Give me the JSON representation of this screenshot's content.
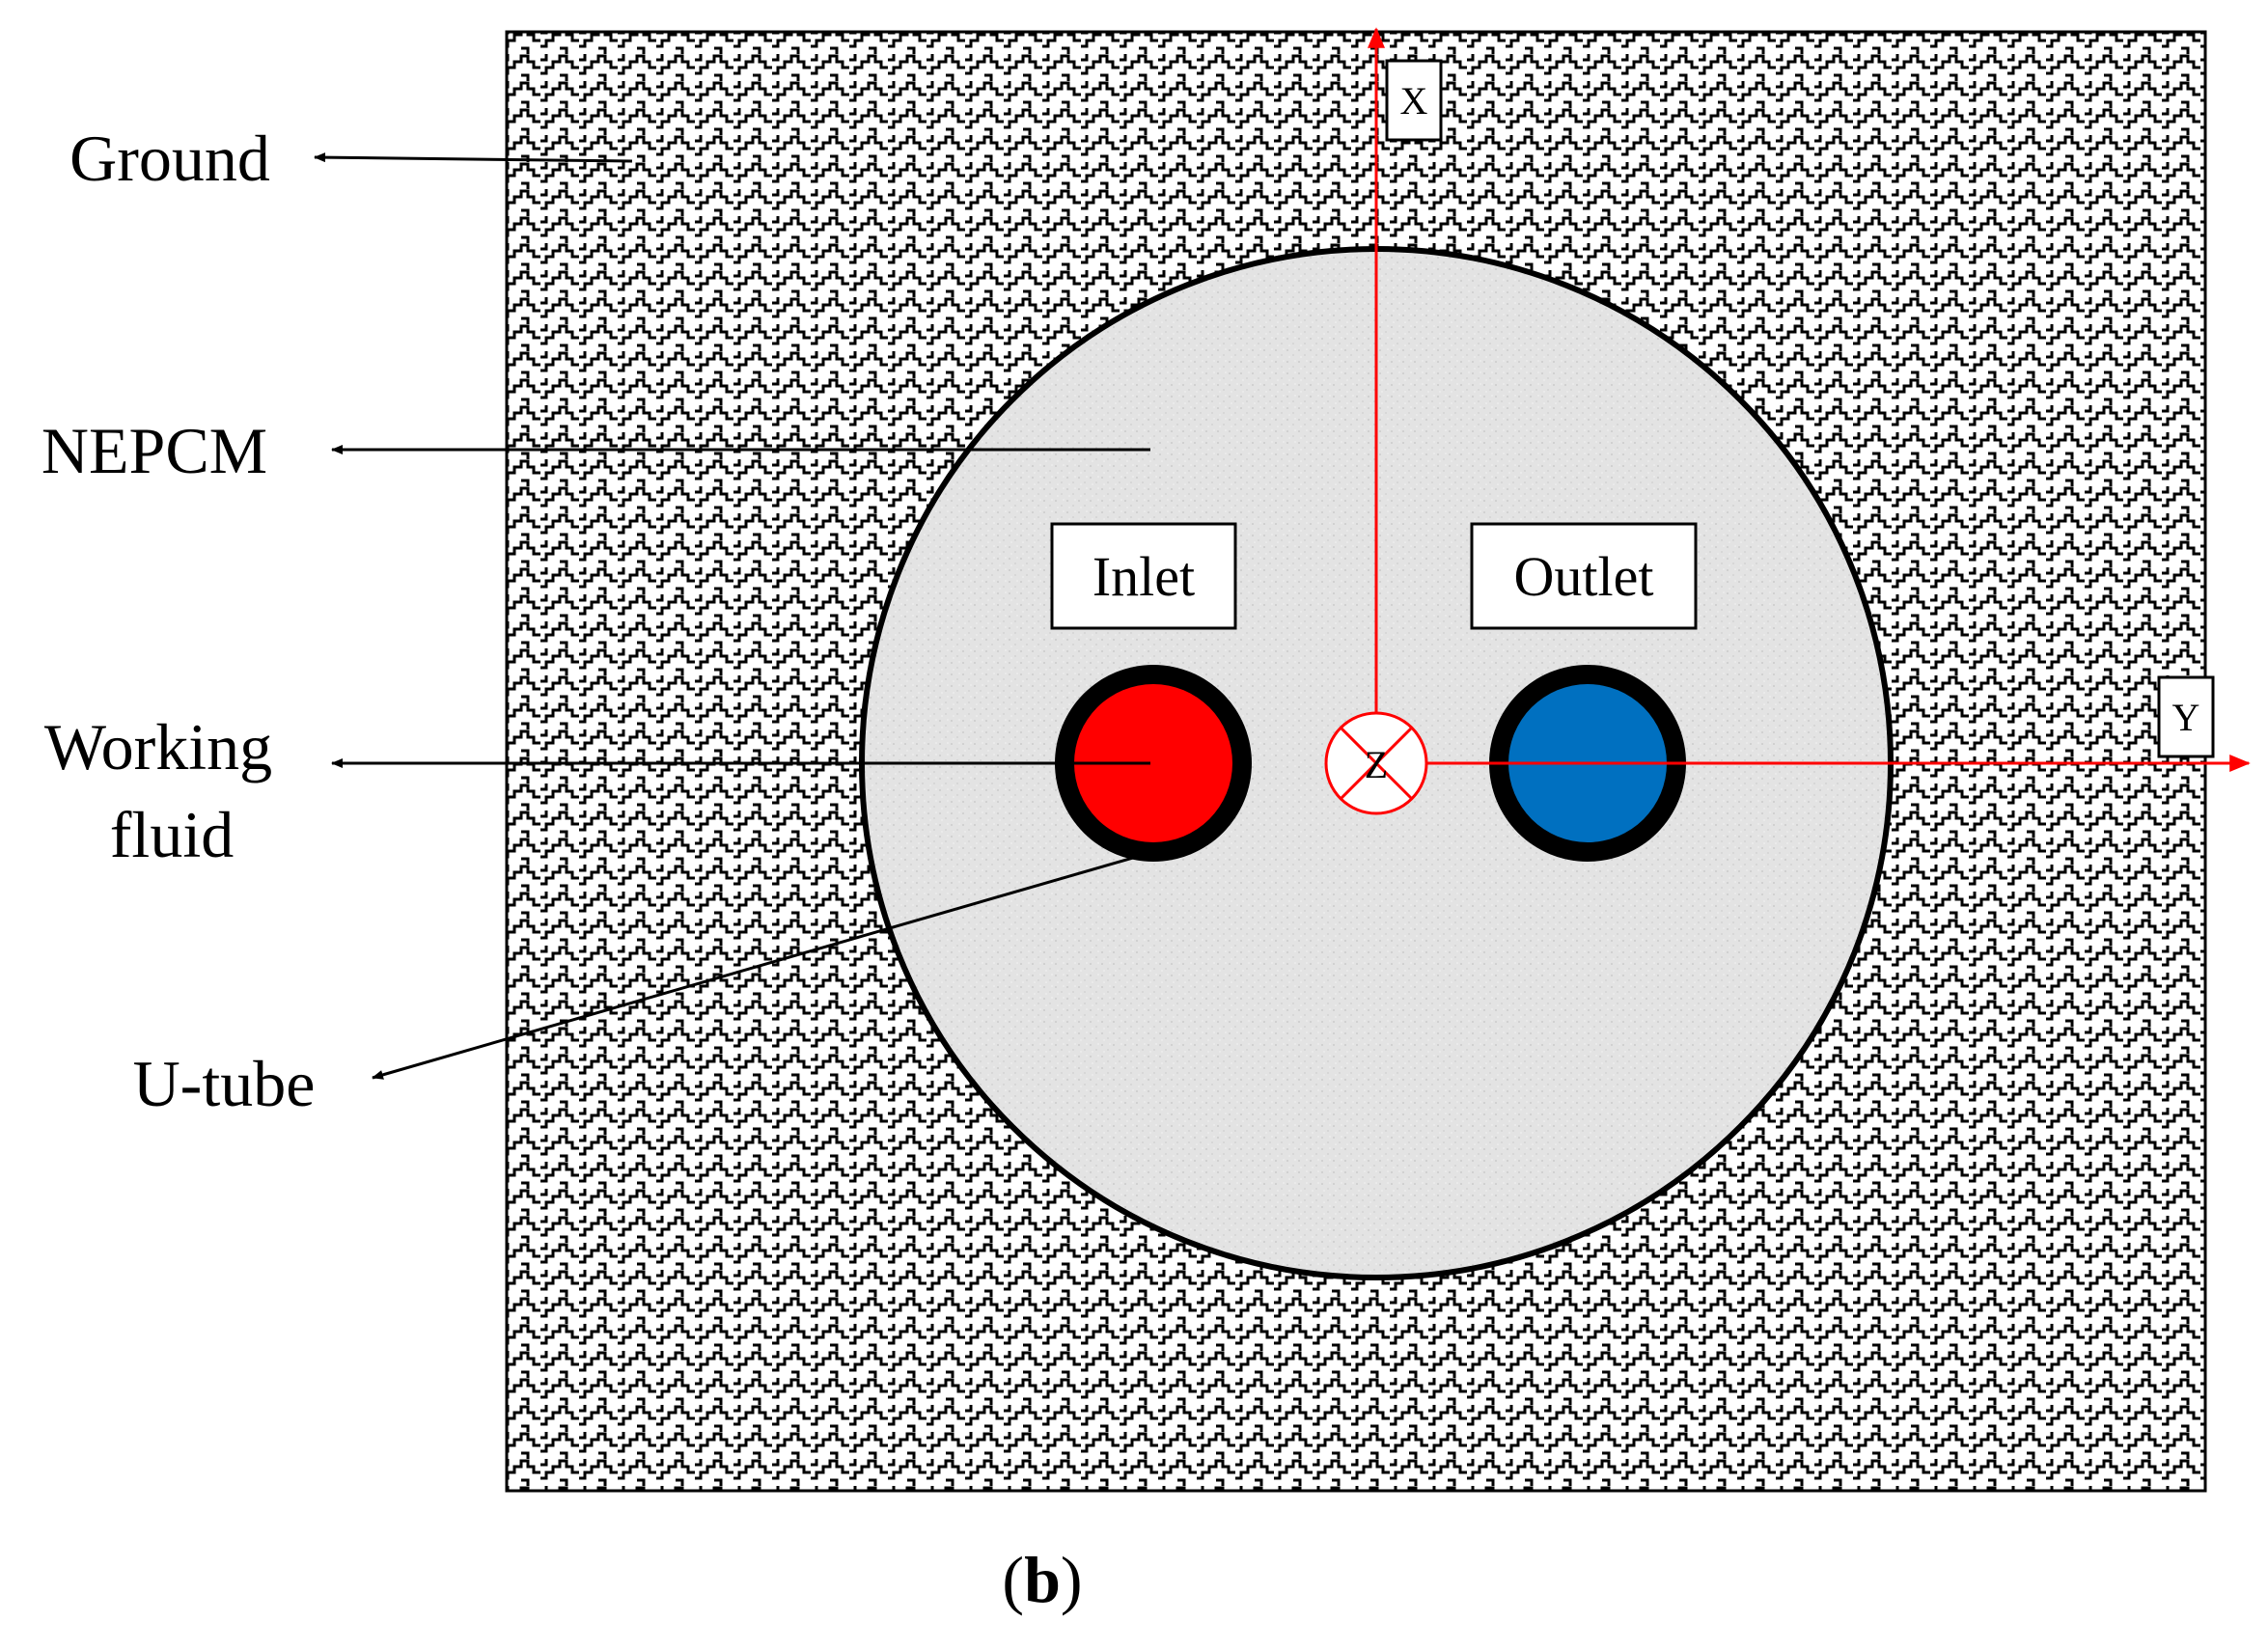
{
  "labels": {
    "ground": "Ground",
    "nepcm": "NEPCM",
    "working_fluid_line1": "Working",
    "working_fluid_line2": "fluid",
    "u_tube": "U-tube",
    "inlet": "Inlet",
    "outlet": "Outlet",
    "axis_x": "X",
    "axis_y": "Y",
    "axis_z": "Z",
    "caption_open": "(",
    "caption_letter": "b",
    "caption_close": ")"
  },
  "colors": {
    "ground_pattern": "#000000",
    "nepcm_fill": "#e3e3e3",
    "inlet_fluid": "#ff0000",
    "outlet_fluid": "#0070c0",
    "tube_wall": "#000000",
    "axis": "#ff0000"
  }
}
